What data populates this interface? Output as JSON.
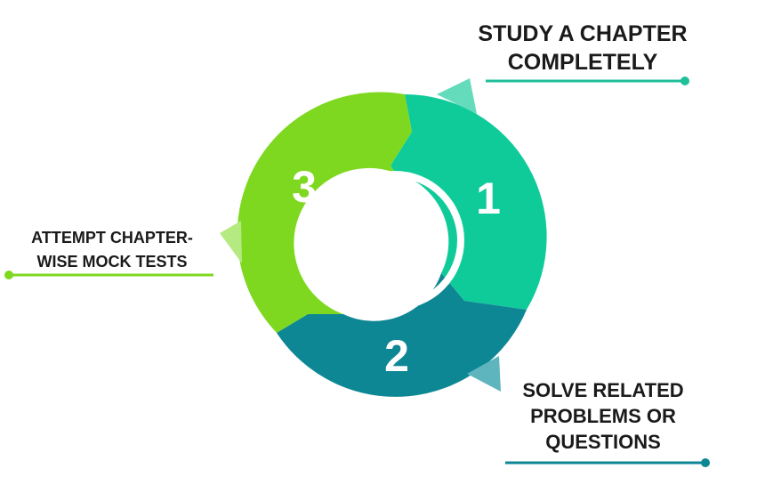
{
  "steps": [
    {
      "number": "1",
      "label_lines": [
        "STUDY A CHAPTER",
        "COMPLETELY"
      ],
      "color": "#0fcb9a",
      "accent": "#64dbbb"
    },
    {
      "number": "2",
      "label_lines": [
        "SOLVE RELATED",
        "PROBLEMS OR",
        "QUESTIONS"
      ],
      "color": "#0d8794",
      "accent": "#5fb5bd"
    },
    {
      "number": "3",
      "label_lines": [
        "ATTEMPT CHAPTER-",
        "WISE MOCK TESTS"
      ],
      "color": "#7ed81f",
      "accent": "#b5ea82"
    }
  ]
}
